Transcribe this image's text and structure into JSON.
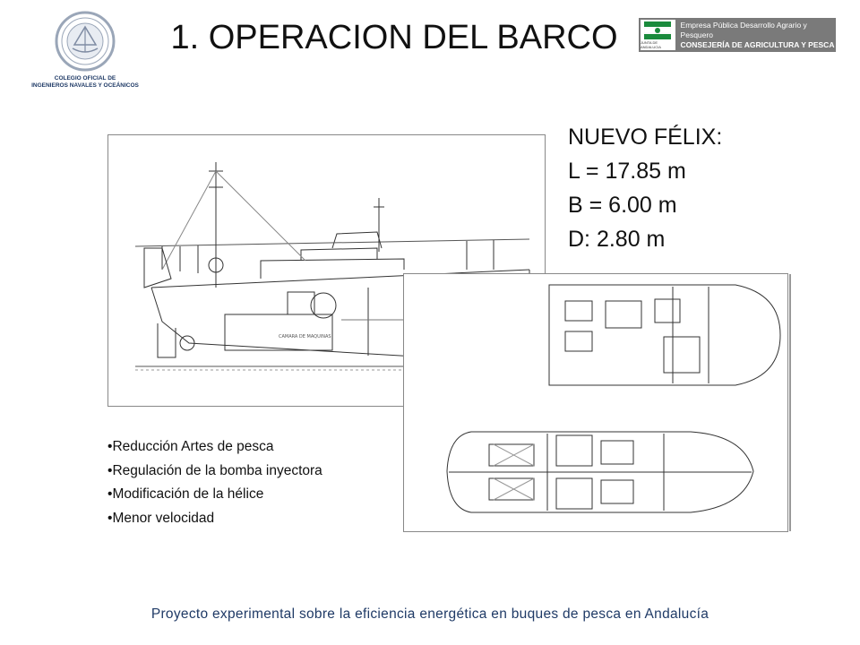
{
  "header": {
    "title": "1. OPERACION DEL BARCO",
    "left_logo_caption": [
      "COLEGIO OFICIAL DE",
      "INGENIEROS NAVALES Y OCEÁNICOS"
    ],
    "right_logo": {
      "line1": "Empresa Pública Desarrollo Agrario y Pesquero",
      "line2": "CONSEJERÍA DE AGRICULTURA Y PESCA",
      "emblem_text": "JUNTA DE ANDALUCIA"
    }
  },
  "specs": {
    "name": "NUEVO FÉLIX:",
    "length": "L = 17.85 m",
    "beam": "B = 6.00 m",
    "depth": "D: 2.80 m"
  },
  "bullets": [
    "Reducción Artes de pesca",
    "Regulación de la bomba inyectora",
    "Modificación de la hélice",
    "Menor velocidad"
  ],
  "footer": "Proyecto experimental sobre la eficiencia energética en buques de pesca en Andalucía",
  "colors": {
    "navy": "#1f3a66",
    "logo_gray": "#7a7a7a",
    "andalucia_green": "#1a8a3c"
  }
}
